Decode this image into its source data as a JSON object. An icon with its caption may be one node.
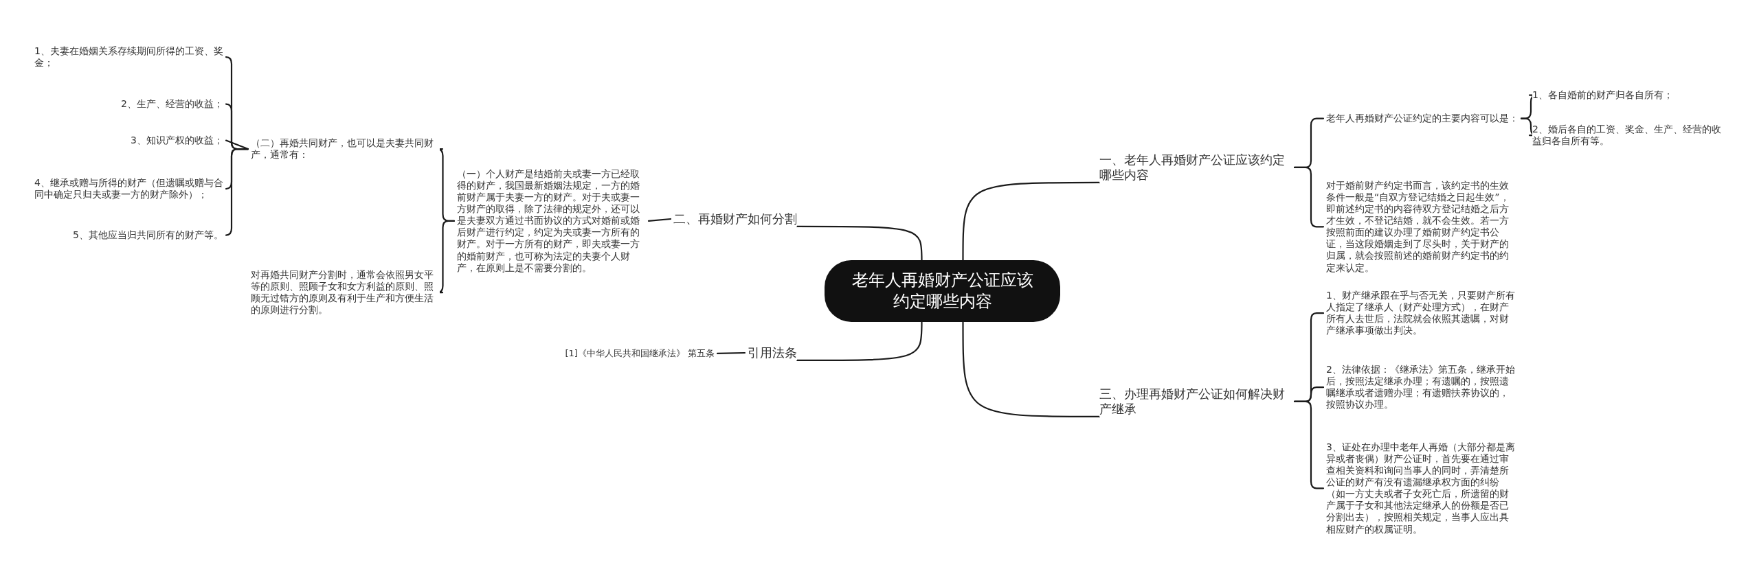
{
  "diagram": {
    "nodes": [
      {
        "text": [
          "老年人再婚财产公证应该约定哪些内容"
        ]
      },
      {
        "text": [
          "一、老年人再婚财产公证应该约定哪些内容"
        ]
      },
      {
        "text": [
          "老年人再婚财产公证约定的主要内容可以是："
        ]
      },
      {
        "text": [
          "1、各自婚前的财产归各自所有；"
        ]
      },
      {
        "text": [
          "2、婚后各自的工资、奖金、生产、经营的收益归各自所有等。"
        ]
      },
      {
        "text": [
          "对于婚前财产约定书而言，该约定书的生效条件一般是“自双方登记结婚之日起生效”，即前述约定书的内容待双方登记结婚之后方才生效，不登记结婚，就不会生效。若一方按照前面的建议办理了婚前财产约定书公证，当这段婚姻走到了尽头时，关于财产的归属，就会按照前述的婚前财产约定书的约定来认定。"
        ]
      },
      {
        "text": [
          "二、再婚财产如何分割"
        ]
      },
      {
        "text": [
          "（一）个人财产是结婚前夫或妻一方已经取得的财产，我国最新婚姻法规定，一方的婚前财产属于夫妻一方的财产。对于夫或妻一方财产的取得，除了法律的规定外，还可以是夫妻双方通过书面协议的方式对婚前或婚后财产进行约定，约定为夫或妻一方所有的财产。对于一方所有的财产，即夫或妻一方的婚前财产，也可称为法定的夫妻个人财产，在原则上是不需要分割的。"
        ]
      },
      {
        "text": [
          "（二）再婚共同财产，也可以是夫妻共同财产，通常有："
        ]
      },
      {
        "text": [
          "1、夫妻在婚姻关系存续期间所得的工资、奖金；"
        ]
      },
      {
        "text": [
          "2、生产、经营的收益；"
        ]
      },
      {
        "text": [
          "3、知识产权的收益；"
        ]
      },
      {
        "text": [
          "4、继承或赠与所得的财产（但遗嘱或赠与合同中确定只归夫或妻一方的财产除外）；"
        ]
      },
      {
        "text": [
          "5、其他应当归共同所有的财产等。"
        ]
      },
      {
        "text": [
          "对再婚共同财产分割时，通常会依照男女平等的原则、照顾子女和女方利益的原则、照顾无过错方的原则及有利于生产和方便生活的原则进行分割。"
        ]
      },
      {
        "text": [
          "引用法条"
        ]
      },
      {
        "text": [
          "[1]《中华人民共和国继承法》 第五条"
        ]
      },
      {
        "text": [
          "三、办理再婚财产公证如何解决财产继承"
        ]
      },
      {
        "text": [
          "1、财产继承跟在乎与否无关，只要财产所有人指定了继承人（财产处理方式），在财产所有人去世后，法院就会依照其遗嘱，对财产继承事项做出判决。"
        ]
      },
      {
        "text": [
          "2、法律依据：《继承法》第五条，继承开始后，按照法定继承办理；有遗嘱的，按照遗嘱继承或者遗赠办理；有遗赠扶养协议的，按照协议办理。"
        ]
      },
      {
        "text": [
          "3、证处在办理中老年人再婚（大部分都是离异或者丧偶）财产公证时，首先要在通过审查相关资料和询问当事人的同时，弄清楚所公证的财产有没有遗漏继承权方面的纠纷（如一方丈夫或者子女死亡后，所遗留的财产属于子女和其他法定继承人的份额是否已分割出去），按照相关规定，当事人应出具相应财产的权属证明。"
        ]
      }
    ],
    "edges": [
      {
        "from": 0,
        "to": 1,
        "arrow": "none"
      },
      {
        "from": 1,
        "to": 2,
        "arrow": "none"
      },
      {
        "from": 2,
        "to": 3,
        "arrow": "none"
      },
      {
        "from": 2,
        "to": 4,
        "arrow": "none"
      },
      {
        "from": 1,
        "to": 5,
        "arrow": "none"
      },
      {
        "from": 0,
        "to": 6,
        "arrow": "none"
      },
      {
        "from": 6,
        "to": 7,
        "arrow": "none"
      },
      {
        "from": 7,
        "to": 8,
        "arrow": "none"
      },
      {
        "from": 8,
        "to": 9,
        "arrow": "none"
      },
      {
        "from": 8,
        "to": 10,
        "arrow": "none"
      },
      {
        "from": 8,
        "to": 11,
        "arrow": "none"
      },
      {
        "from": 8,
        "to": 12,
        "arrow": "none"
      },
      {
        "from": 8,
        "to": 13,
        "arrow": "none"
      },
      {
        "from": 7,
        "to": 14,
        "arrow": "none"
      },
      {
        "from": 0,
        "to": 15,
        "arrow": "none"
      },
      {
        "from": 15,
        "to": 16,
        "arrow": "none"
      },
      {
        "from": 0,
        "to": 17,
        "arrow": "none"
      },
      {
        "from": 17,
        "to": 18,
        "arrow": "none"
      },
      {
        "from": 17,
        "to": 19,
        "arrow": "none"
      },
      {
        "from": 17,
        "to": 20,
        "arrow": "none"
      }
    ]
  }
}
